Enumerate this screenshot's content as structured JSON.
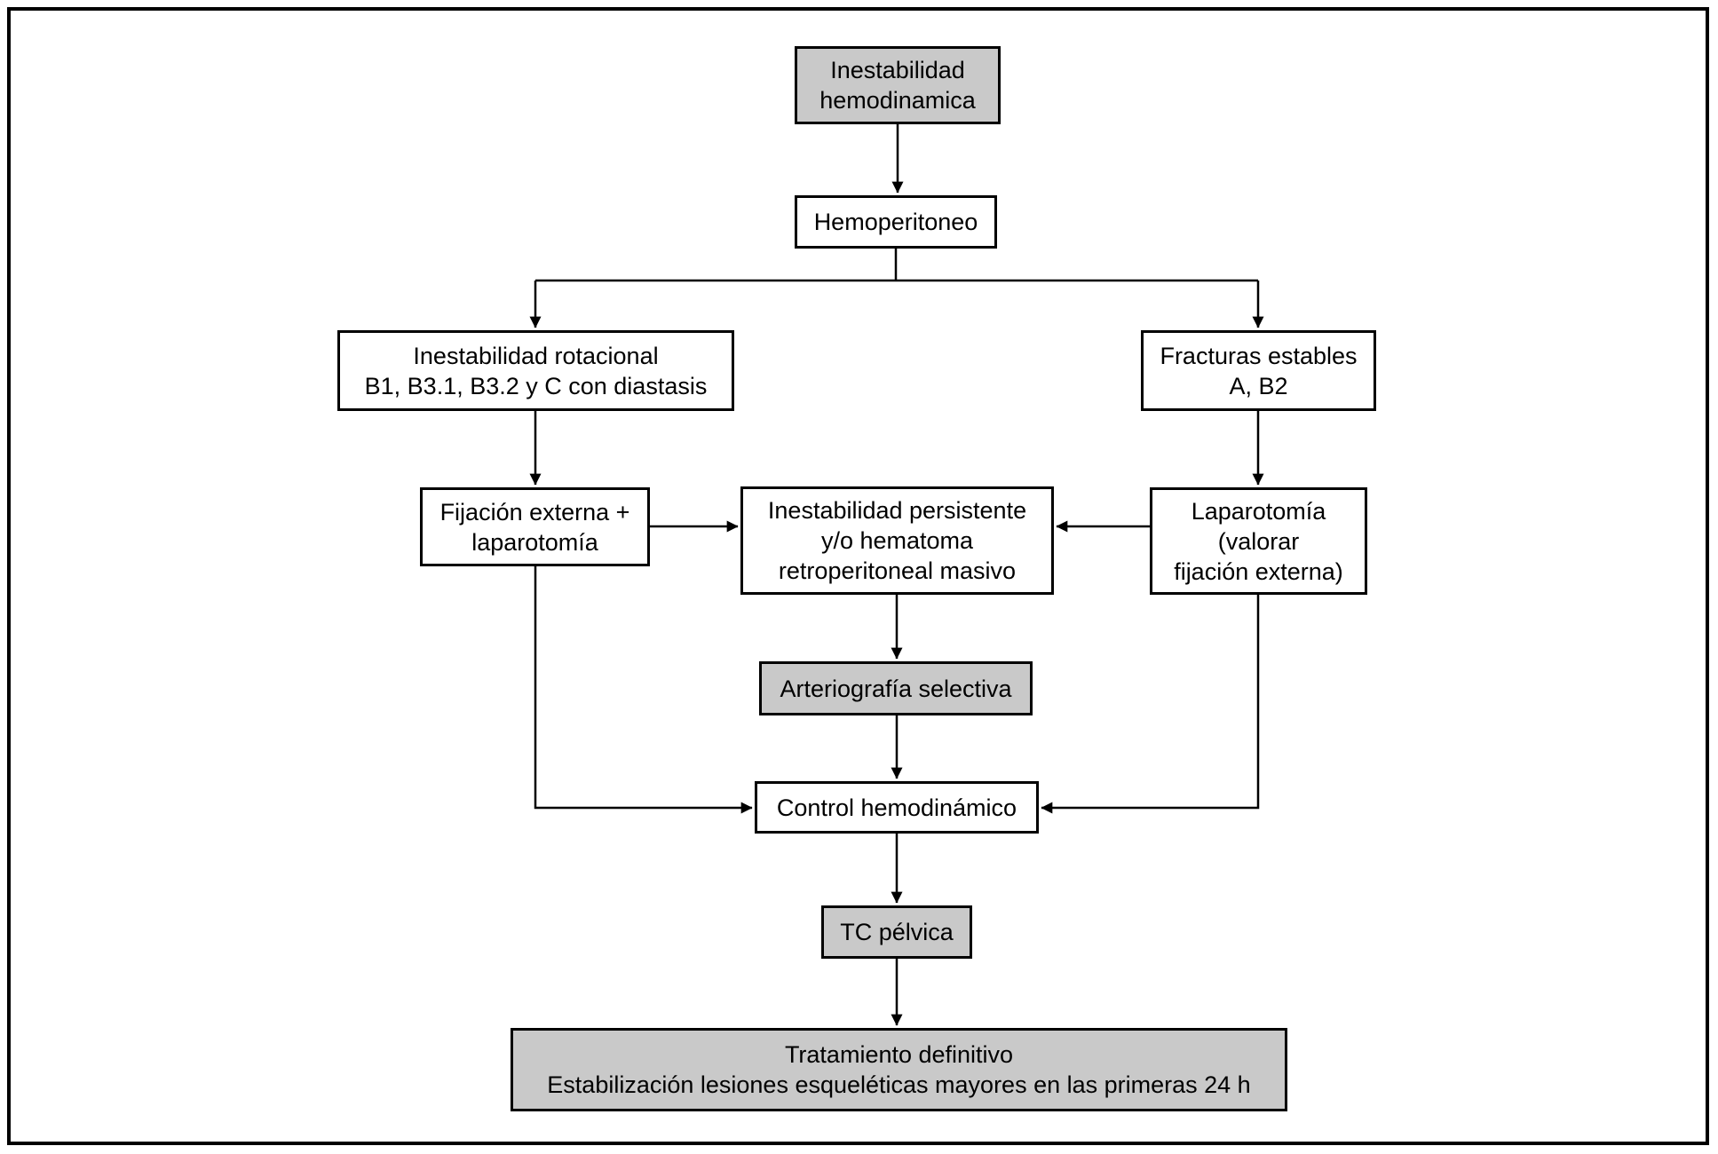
{
  "figure": {
    "type": "flowchart",
    "language": "es",
    "colors": {
      "background": "#ffffff",
      "frame_border": "#000000",
      "box_border": "#000000",
      "box_fill_highlight": "#c9c9c9",
      "box_fill_plain": "#ffffff",
      "arrow": "#000000",
      "text": "#000000"
    }
  },
  "nodes": {
    "inestabilidad_hemodinamica": {
      "style": "highlight",
      "lines": [
        "Inestabilidad",
        "hemodinamica"
      ]
    },
    "hemoperitoneo": {
      "style": "plain",
      "lines": [
        "Hemoperitoneo"
      ]
    },
    "inestabilidad_rotacional": {
      "style": "plain",
      "lines": [
        "Inestabilidad rotacional",
        "B1, B3.1, B3.2 y C con diastasis"
      ]
    },
    "fracturas_estables": {
      "style": "plain",
      "lines": [
        "Fracturas estables",
        "A, B2"
      ]
    },
    "fijacion_externa": {
      "style": "plain",
      "lines": [
        "Fijación externa +",
        "laparotomía"
      ]
    },
    "inestabilidad_persistente": {
      "style": "plain",
      "lines": [
        "Inestabilidad persistente",
        "y/o hematoma",
        "retroperitoneal masivo"
      ]
    },
    "laparotomia": {
      "style": "plain",
      "lines": [
        "Laparotomía",
        "(valorar",
        "fijación externa)"
      ]
    },
    "arteriografia_selectiva": {
      "style": "highlight",
      "lines": [
        "Arteriografía selectiva"
      ]
    },
    "control_hemodinamico": {
      "style": "plain",
      "lines": [
        "Control hemodinámico"
      ]
    },
    "tc_pelvica": {
      "style": "highlight",
      "lines": [
        "TC pélvica"
      ]
    },
    "tratamiento_definitivo": {
      "style": "highlight",
      "lines": [
        "Tratamiento definitivo",
        "Estabilización lesiones esqueléticas mayores en las primeras 24 h"
      ]
    }
  },
  "edges": [
    {
      "from": "inestabilidad_hemodinamica",
      "to": "hemoperitoneo"
    },
    {
      "from": "hemoperitoneo",
      "to": "inestabilidad_rotacional"
    },
    {
      "from": "hemoperitoneo",
      "to": "fracturas_estables"
    },
    {
      "from": "inestabilidad_rotacional",
      "to": "fijacion_externa"
    },
    {
      "from": "fracturas_estables",
      "to": "laparotomia"
    },
    {
      "from": "fijacion_externa",
      "to": "inestabilidad_persistente"
    },
    {
      "from": "laparotomia",
      "to": "inestabilidad_persistente"
    },
    {
      "from": "inestabilidad_persistente",
      "to": "arteriografia_selectiva"
    },
    {
      "from": "arteriografia_selectiva",
      "to": "control_hemodinamico"
    },
    {
      "from": "fijacion_externa",
      "to": "control_hemodinamico"
    },
    {
      "from": "laparotomia",
      "to": "control_hemodinamico"
    },
    {
      "from": "control_hemodinamico",
      "to": "tc_pelvica"
    },
    {
      "from": "tc_pelvica",
      "to": "tratamiento_definitivo"
    }
  ]
}
